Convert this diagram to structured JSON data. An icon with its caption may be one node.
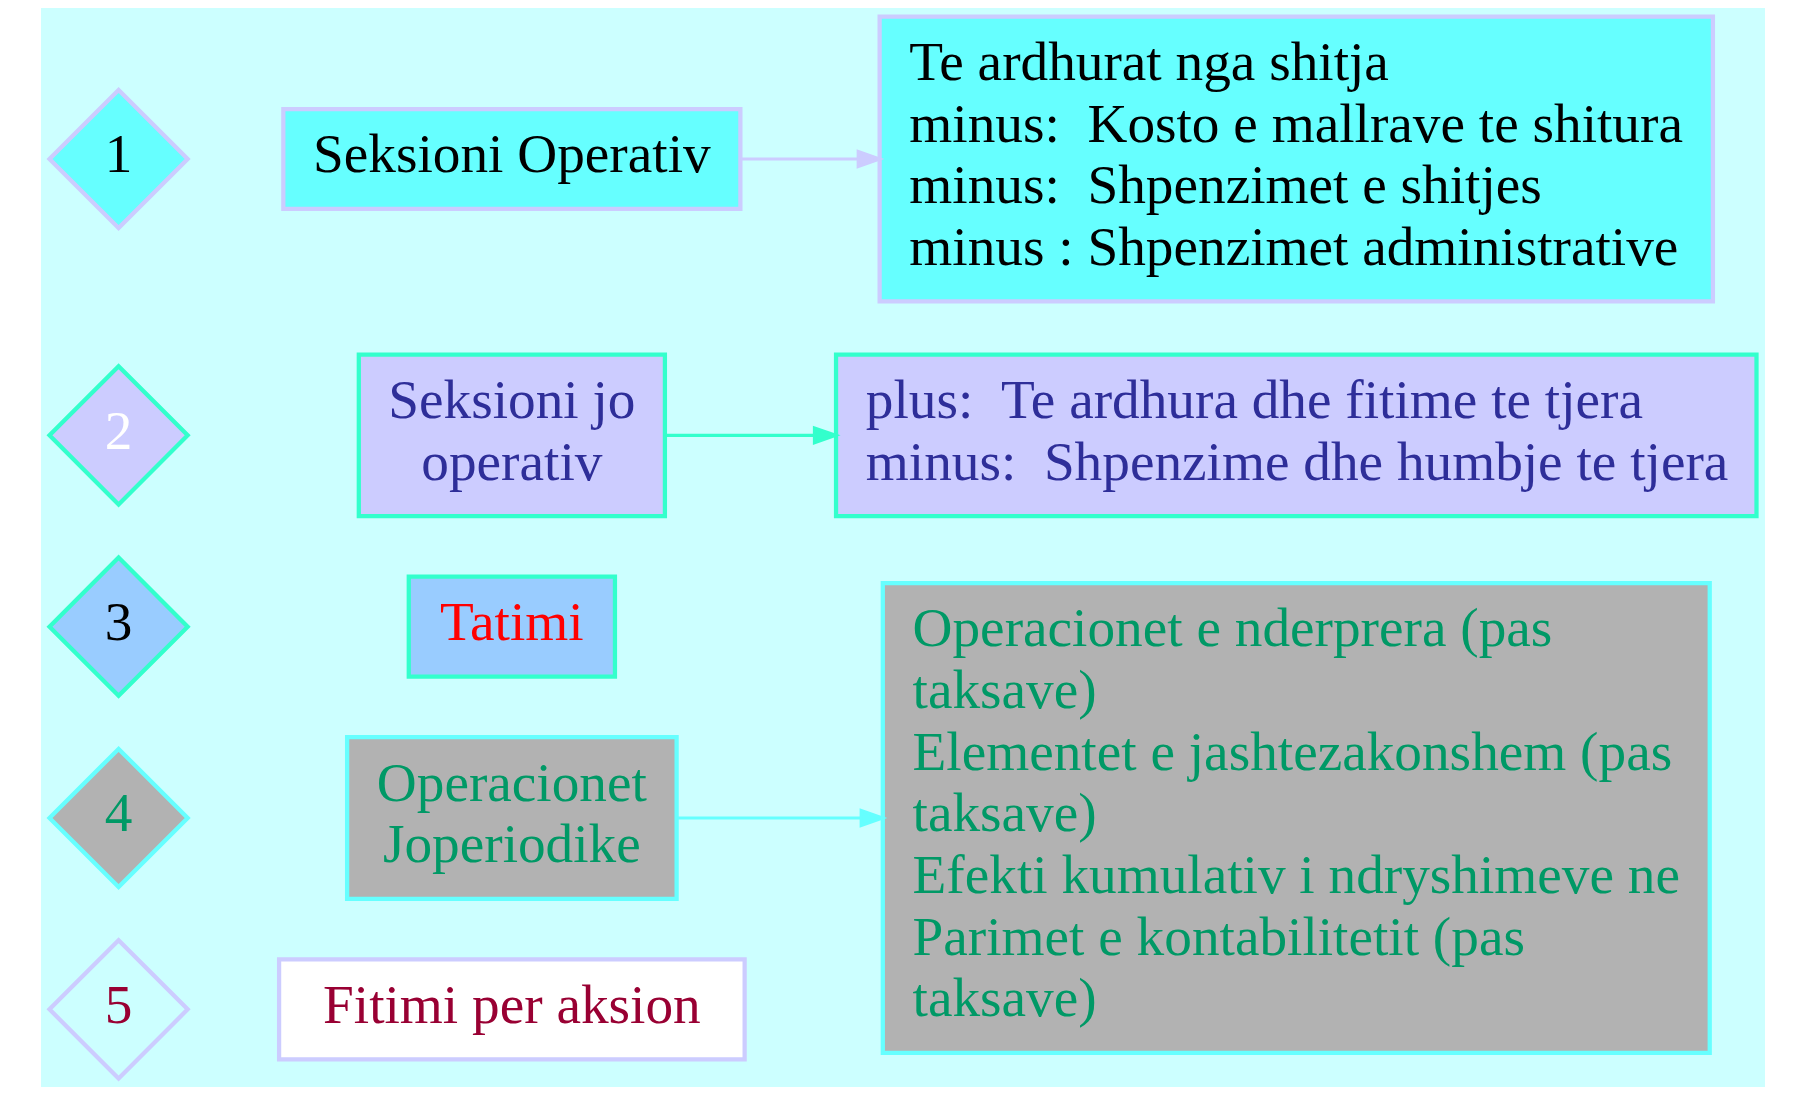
{
  "diagram": {
    "nodes": [
      {
        "text": [
          "1"
        ]
      },
      {
        "text": [
          "Seksioni Operativ"
        ]
      },
      {
        "text": [
          "Te ardhurat nga shitja",
          "minus:  Kosto e mallrave te shitura",
          "minus:  Shpenzimet e shitjes",
          "minus : Shpenzimet administrative"
        ]
      },
      {
        "text": [
          "2"
        ]
      },
      {
        "text": [
          "Seksioni jo operativ"
        ]
      },
      {
        "text": [
          "plus:  Te ardhura dhe fitime te tjera",
          "minus:  Shpenzime dhe humbje te tjera"
        ]
      },
      {
        "text": [
          "3"
        ]
      },
      {
        "text": [
          "Tatimi"
        ]
      },
      {
        "text": [
          "4"
        ]
      },
      {
        "text": [
          "Operacionet Joperiodike"
        ]
      },
      {
        "text": [
          "Operacionet e nderprera (pas taksave)",
          "Elementet e jashtezakonshem (pas taksave)",
          "Efekti kumulativ i ndryshimeve ne Parimet e kontabilitetit (pas taksave)"
        ]
      },
      {
        "text": [
          "5"
        ]
      },
      {
        "text": [
          "Fitimi per aksion"
        ]
      }
    ],
    "edges": [
      {
        "from": 1,
        "to": 2,
        "arrow": "to",
        "color": "#ccccff"
      },
      {
        "from": 4,
        "to": 5,
        "arrow": "to",
        "color": "#33ffcc"
      },
      {
        "from": 9,
        "to": 10,
        "arrow": "to",
        "color": "#66ffff"
      }
    ]
  }
}
